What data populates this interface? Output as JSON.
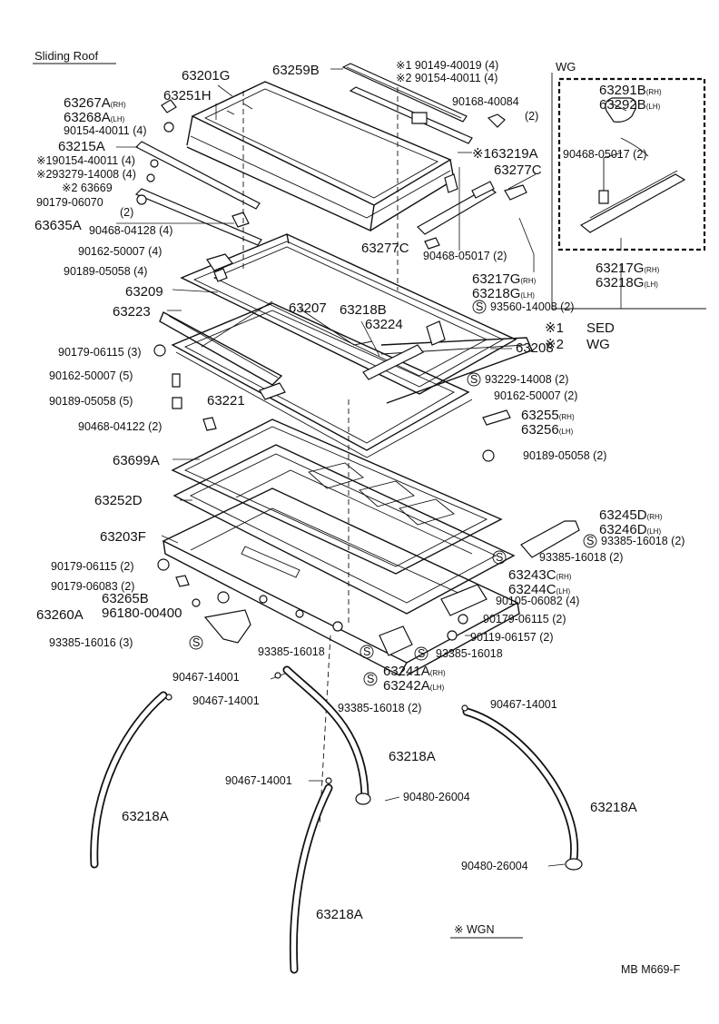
{
  "diagram": {
    "title": "Sliding Roof",
    "inset_label": "WG",
    "diagram_code": "MB M669-F",
    "wgn_note": "※ WGN",
    "legend": [
      {
        "mark": "※1",
        "text": "SED"
      },
      {
        "mark": "※2",
        "text": "WG"
      }
    ],
    "s_symbol": "S",
    "labels": [
      {
        "text": "63201G",
        "big": true
      },
      {
        "text": "63259B",
        "big": true
      },
      {
        "text": "63251H",
        "big": true
      },
      {
        "text": "63267A",
        "big": true,
        "sub": "(RH)"
      },
      {
        "text": "63268A",
        "big": true,
        "sub": "(LH)"
      },
      {
        "text": "90154-40011 (4)"
      },
      {
        "text": "63215A",
        "big": true
      },
      {
        "text": "※190154-40011 (4)"
      },
      {
        "text": "※293279-14008 (4)"
      },
      {
        "text": "※2 63669"
      },
      {
        "text": "90179-06070"
      },
      {
        "text": "(2)"
      },
      {
        "text": "63635A",
        "big": true
      },
      {
        "text": "90468-04128 (4)"
      },
      {
        "text": "90162-50007 (4)"
      },
      {
        "text": "90189-05058 (4)"
      },
      {
        "text": "63209",
        "big": true
      },
      {
        "text": "63223",
        "big": true
      },
      {
        "text": "90179-06115 (3)"
      },
      {
        "text": "90162-50007 (5)"
      },
      {
        "text": "90189-05058 (5)"
      },
      {
        "text": "90468-04122 (2)"
      },
      {
        "text": "63699A",
        "big": true
      },
      {
        "text": "63252D",
        "big": true
      },
      {
        "text": "63203F",
        "big": true
      },
      {
        "text": "90179-06115 (2)"
      },
      {
        "text": "90179-06083 (2)"
      },
      {
        "text": "63260A",
        "big": true
      },
      {
        "text": "63265B",
        "big": true
      },
      {
        "text": "96180-00400"
      },
      {
        "text": "93385-16016 (3)"
      },
      {
        "text": "※1 90149-40019 (4)"
      },
      {
        "text": "※2 90154-40011 (4)"
      },
      {
        "text": "90168-40084"
      },
      {
        "text": "(2)"
      },
      {
        "text": "※163219A",
        "big": true
      },
      {
        "text": "63277C",
        "big": true
      },
      {
        "text": "63277C",
        "big": true
      },
      {
        "text": "90468-05017 (2)"
      },
      {
        "text": "63207",
        "big": true
      },
      {
        "text": "63218B",
        "big": true
      },
      {
        "text": "63217G",
        "big": true,
        "sub": "(RH)"
      },
      {
        "text": "63218G",
        "big": true,
        "sub": "(LH)"
      },
      {
        "text": "93560-14008 (2)"
      },
      {
        "text": "63224",
        "big": true
      },
      {
        "text": "63208",
        "big": true
      },
      {
        "text": "63221",
        "big": true
      },
      {
        "text": "93229-14008 (2)"
      },
      {
        "text": "90162-50007 (2)"
      },
      {
        "text": "63255",
        "big": true,
        "sub": "(RH)"
      },
      {
        "text": "63256",
        "big": true,
        "sub": "(LH)"
      },
      {
        "text": "90189-05058 (2)"
      },
      {
        "text": "63245D",
        "big": true,
        "sub": "(RH)"
      },
      {
        "text": "63246D",
        "big": true,
        "sub": "(LH)"
      },
      {
        "text": "93385-16018 (2)"
      },
      {
        "text": "93385-16018 (2)"
      },
      {
        "text": "63243C",
        "big": true,
        "sub": "(RH)"
      },
      {
        "text": "63244C",
        "big": true,
        "sub": "(LH)"
      },
      {
        "text": "90105-06082 (4)"
      },
      {
        "text": "90179-06115 (2)"
      },
      {
        "text": "90119-06157 (2)"
      },
      {
        "text": "93385-16018"
      },
      {
        "text": "93385-16018"
      },
      {
        "text": "63241A",
        "big": true,
        "sub": "(RH)"
      },
      {
        "text": "63242A",
        "big": true,
        "sub": "(LH)"
      },
      {
        "text": "93385-16018 (2)"
      },
      {
        "text": "90467-14001"
      },
      {
        "text": "90467-14001"
      },
      {
        "text": "90467-14001"
      },
      {
        "text": "90467-14001"
      },
      {
        "text": "63218A",
        "big": true
      },
      {
        "text": "63218A",
        "big": true
      },
      {
        "text": "63218A",
        "big": true
      },
      {
        "text": "63218A",
        "big": true
      },
      {
        "text": "90480-26004"
      },
      {
        "text": "90480-26004"
      },
      {
        "text": "63291B",
        "big": true,
        "sub": "(RH)"
      },
      {
        "text": "63292B",
        "big": true,
        "sub": "(LH)"
      },
      {
        "text": "90468-05017 (2)"
      },
      {
        "text": "63217G",
        "big": true,
        "sub": "(RH)"
      },
      {
        "text": "63218G",
        "big": true,
        "sub": "(LH)"
      }
    ]
  }
}
